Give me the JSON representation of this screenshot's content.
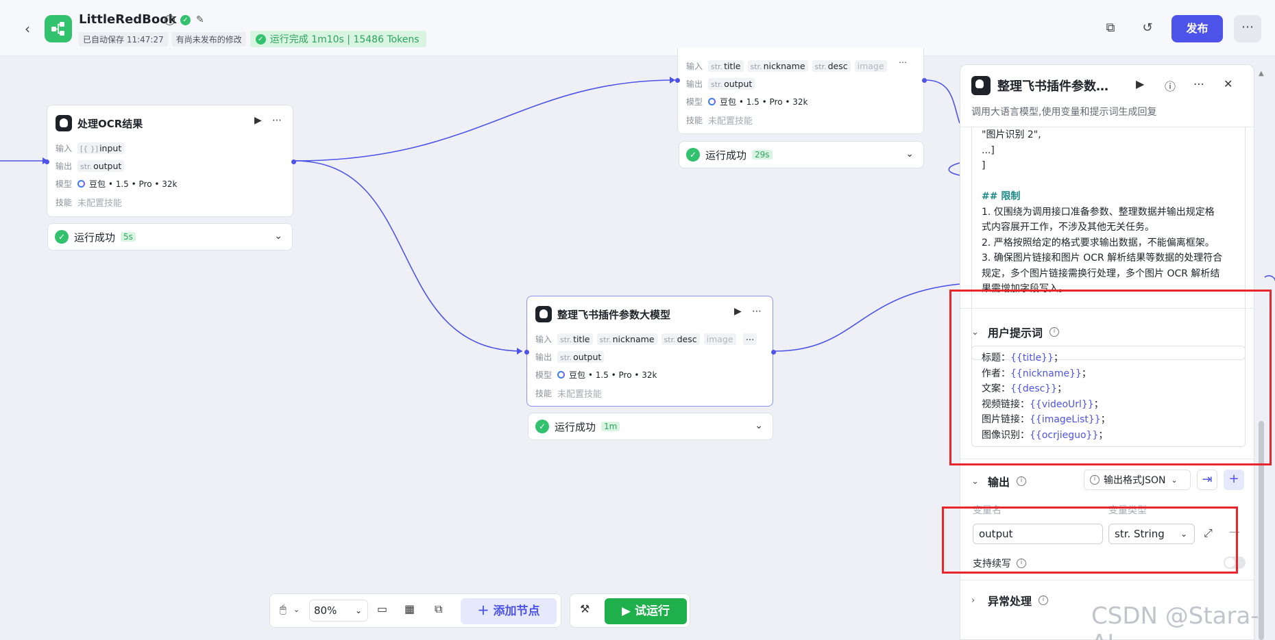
{
  "header": {
    "back_icon": "chevron-left-icon",
    "app_title": "LittleRedBook",
    "autosave": "已自动保存 11:47:27",
    "unpublished": "有尚未发布的修改",
    "run_status": "运行完成 1m10s | 15486 Tokens",
    "publish_label": "发布"
  },
  "nodes": {
    "ocr": {
      "title": "处理OCR结果",
      "input_label": "输入",
      "input_var": "input",
      "input_prefix": "[{ }]",
      "output_label": "输出",
      "output_var": "output",
      "output_prefix": "str.",
      "model_label": "模型",
      "model_value": "豆包 • 1.5 • Pro • 32k",
      "skill_label": "技能",
      "skill_value": "未配置技能",
      "status": "运行成功",
      "duration": "5s"
    },
    "top": {
      "input_label": "输入",
      "inputs": [
        "title",
        "nickname",
        "desc",
        "image"
      ],
      "output_label": "输出",
      "output_var": "output",
      "model_label": "模型",
      "model_value": "豆包 • 1.5 • Pro • 32k",
      "skill_label": "技能",
      "skill_value": "未配置技能",
      "status": "运行成功",
      "duration": "29s"
    },
    "mid": {
      "title": "整理飞书插件参数大模型",
      "input_label": "输入",
      "inputs": [
        "title",
        "nickname",
        "desc",
        "image"
      ],
      "output_label": "输出",
      "output_var": "output",
      "model_label": "模型",
      "model_value": "豆包 • 1.5 • Pro • 32k",
      "skill_label": "技能",
      "skill_value": "未配置技能",
      "status": "运行成功",
      "duration": "1m"
    },
    "str_prefix": "str."
  },
  "panel": {
    "title": "整理飞书插件参数…",
    "description": "调用大语言模型,使用变量和提示词生成回复",
    "system_prompt_lines": [
      "\"图片识别 2\",",
      "...]",
      "]",
      "",
      "## 限制",
      "1. 仅围绕为调用接口准备参数、整理数据并输出规定格",
      "式内容展开工作，不涉及其他无关任务。",
      "2. 严格按照给定的格式要求输出数据，不能偏离框架。",
      "3. 确保图片链接和图片 OCR 解析结果等数据的处理符合",
      "规定，多个图片链接需换行处理，多个图片 OCR 解析结",
      "果需增加字段写入。"
    ],
    "user_prompt_title": "用户提示词",
    "user_prompt": [
      {
        "label": "标题：",
        "var": "{{title}}",
        "end": "；"
      },
      {
        "label": "作者：",
        "var": "{{nickname}}",
        "end": "；"
      },
      {
        "label": "文案：",
        "var": "{{desc}}",
        "end": "；"
      },
      {
        "label": "视频链接：",
        "var": "{{videoUrl}}",
        "end": "；"
      },
      {
        "label": "图片链接：",
        "var": "{{imageList}}",
        "end": "；"
      },
      {
        "label": "图像识别：",
        "var": "{{ocrjieguo}}",
        "end": "；"
      }
    ],
    "output_title": "输出",
    "output_format": "输出格式JSON",
    "col_name": "变量名",
    "col_type": "变量类型",
    "output_name": "output",
    "output_type": "str. String",
    "streaming_label": "支持续写",
    "error_title": "异常处理"
  },
  "toolbar": {
    "zoom": "80%",
    "add_node": "添加节点",
    "run": "试运行"
  },
  "watermark": "CSDN @Stara-AI",
  "colors": {
    "accent": "#4d53e8",
    "success": "#32c16c",
    "highlight": "#e8252b"
  }
}
